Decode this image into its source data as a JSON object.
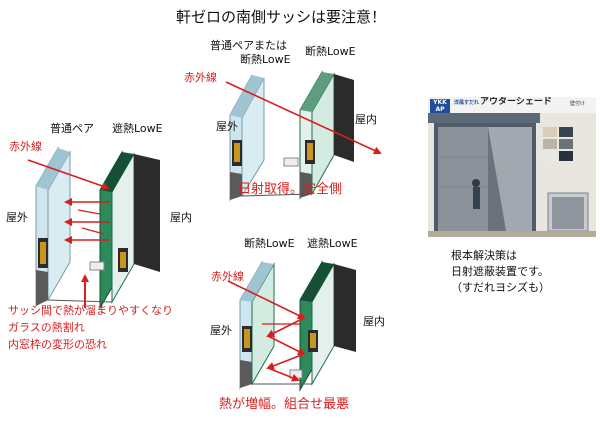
{
  "title": "軒ゼロの南側サッシは要注意！",
  "panel_left": {
    "pane1": "普通ペア",
    "pane2": "遮熱LowE",
    "ir": "赤外線",
    "outside": "屋外",
    "inside": "屋内",
    "problems": [
      "サッシ間で熱が溜まりやすくなり",
      "ガラスの熱割れ",
      "内窓枠の変形の恐れ"
    ]
  },
  "panel_top": {
    "pane1_line1": "普通ペアまたは",
    "pane1_line2": "断熱LowE",
    "pane2": "断熱LowE",
    "ir": "赤外線",
    "outside": "屋外",
    "inside": "屋内",
    "caption": "日射取得。安全側"
  },
  "panel_bottom": {
    "pane1": "断熱LowE",
    "pane2": "遮熱LowE",
    "ir": "赤外線",
    "outside": "屋外",
    "inside": "屋内",
    "caption": "熱が増幅。組合せ最悪"
  },
  "product": {
    "brand": "YKK AP",
    "brand_sub": "洋風すだれ",
    "name": "アウターシェード",
    "mount": "壁付け"
  },
  "solution": {
    "line1": "根本解決策は",
    "line2": "日射遮蔽装置です。",
    "line3": "（すだれヨシズも）"
  },
  "colors": {
    "arrow_red": "#d81e1e",
    "lowe_green": "#1f6e49",
    "frame_dark": "#2b2b2b",
    "spacer_gold": "#c8961e"
  }
}
